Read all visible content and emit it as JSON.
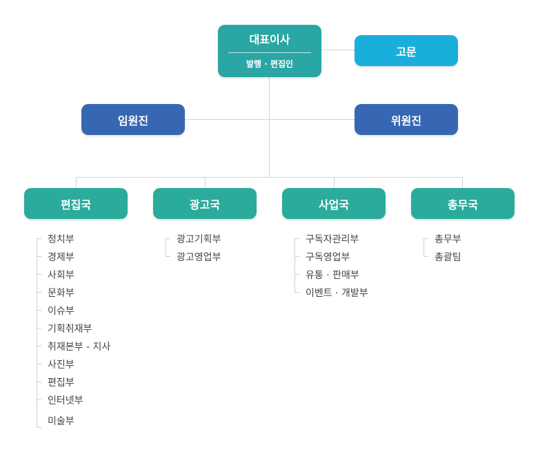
{
  "ceo": {
    "title": "대표이사",
    "subtitle": "발행 · 편집인"
  },
  "advisor": "고문",
  "executives": "임원진",
  "committee": "위원진",
  "departments": [
    {
      "name": "편집국",
      "items": [
        "정치부",
        "경제부",
        "사회부",
        "문화부",
        "이슈부",
        "기획취재부",
        "취재본부 - 지사",
        "사진부",
        "편집부",
        "인터넷부",
        "미술부"
      ]
    },
    {
      "name": "광고국",
      "items": [
        "광고기획부",
        "광고영업부"
      ]
    },
    {
      "name": "사업국",
      "items": [
        "구독자관리부",
        "구독영업부",
        "유통 · 판매부",
        "이벤트 · 개발부"
      ]
    },
    {
      "name": "총무국",
      "items": [
        "총무부",
        "총괄팀"
      ]
    }
  ],
  "colors": {
    "ceo": "#2aa6a4",
    "advisor": "#1aaedd",
    "board": "#3767b3",
    "dept": "#2bab9c",
    "connector": "#d2d2d2"
  }
}
